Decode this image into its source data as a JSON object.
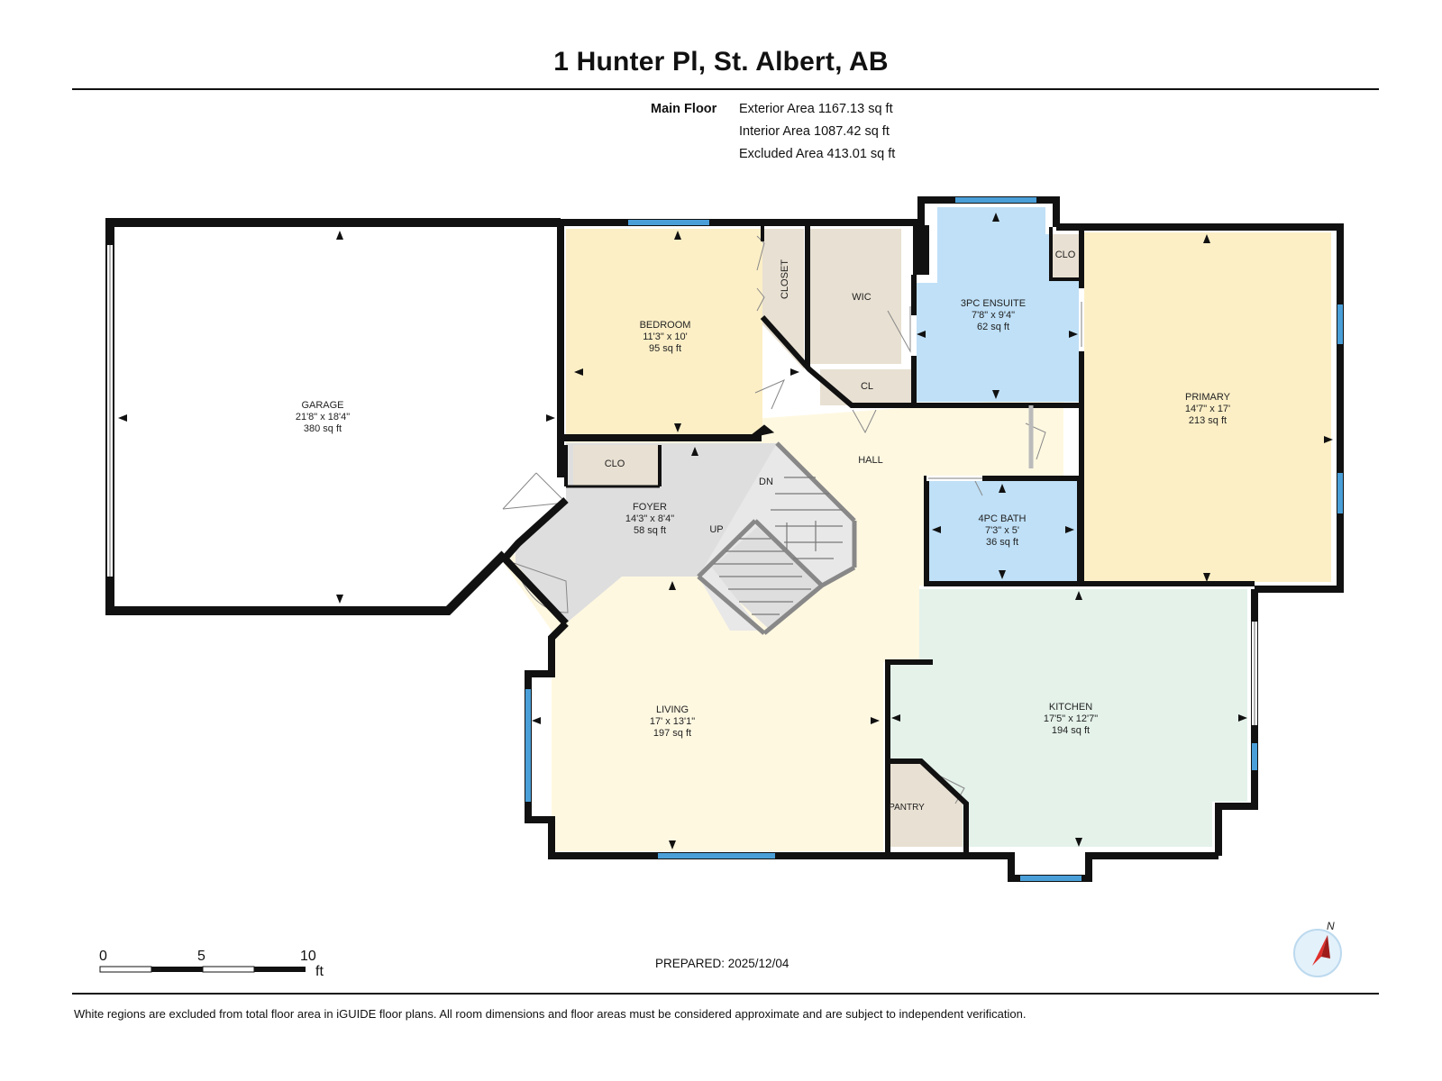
{
  "title": "1 Hunter Pl, St. Albert, AB",
  "floor": {
    "name": "Main Floor",
    "exterior_area": "Exterior Area 1167.13 sq ft",
    "interior_area": "Interior Area 1087.42 sq ft",
    "excluded_area": "Excluded Area 413.01 sq ft"
  },
  "rooms": {
    "garage": {
      "name": "GARAGE",
      "dims": "21'8\" x 18'4\"",
      "area": "380 sq ft"
    },
    "bedroom": {
      "name": "BEDROOM",
      "dims": "11'3\" x 10'",
      "area": "95 sq ft"
    },
    "closet": {
      "name": "CLOSET"
    },
    "wic": {
      "name": "WIC"
    },
    "ensuite": {
      "name": "3PC ENSUITE",
      "dims": "7'8\" x 9'4\"",
      "area": "62 sq ft"
    },
    "clo_primary": {
      "name": "CLO"
    },
    "primary": {
      "name": "PRIMARY",
      "dims": "14'7\" x 17'",
      "area": "213 sq ft"
    },
    "cl": {
      "name": "CL"
    },
    "hall": {
      "name": "HALL"
    },
    "clo_foyer": {
      "name": "CLO"
    },
    "foyer": {
      "name": "FOYER",
      "dims": "14'3\" x 8'4\"",
      "area": "58 sq ft"
    },
    "dn": {
      "name": "DN"
    },
    "up": {
      "name": "UP"
    },
    "bath": {
      "name": "4PC BATH",
      "dims": "7'3\" x 5'",
      "area": "36 sq ft"
    },
    "living": {
      "name": "LIVING",
      "dims": "17' x 13'1\"",
      "area": "197 sq ft"
    },
    "kitchen": {
      "name": "KITCHEN",
      "dims": "17'5\" x 12'7\"",
      "area": "194 sq ft"
    },
    "pantry": {
      "name": "PANTRY"
    }
  },
  "scale": {
    "t0": "0",
    "t5": "5",
    "t10": "10",
    "unit": "ft"
  },
  "compass": {
    "label": "N"
  },
  "prepared": "PREPARED: 2025/12/04",
  "footer": "White regions are excluded from total floor area in iGUIDE floor plans. All room dimensions and floor areas must be considered approximate and are subject to independent verification.",
  "colors": {
    "wall": "#111111",
    "window": "#4a9fd8",
    "bedroom": "#fcefc6",
    "primary": "#fcefc6",
    "closet": "#e8e0d2",
    "blue_room": "#bfe0f7",
    "hall": "#fff8e1",
    "foyer": "#dedede",
    "kitchen": "#e4f2ea"
  }
}
